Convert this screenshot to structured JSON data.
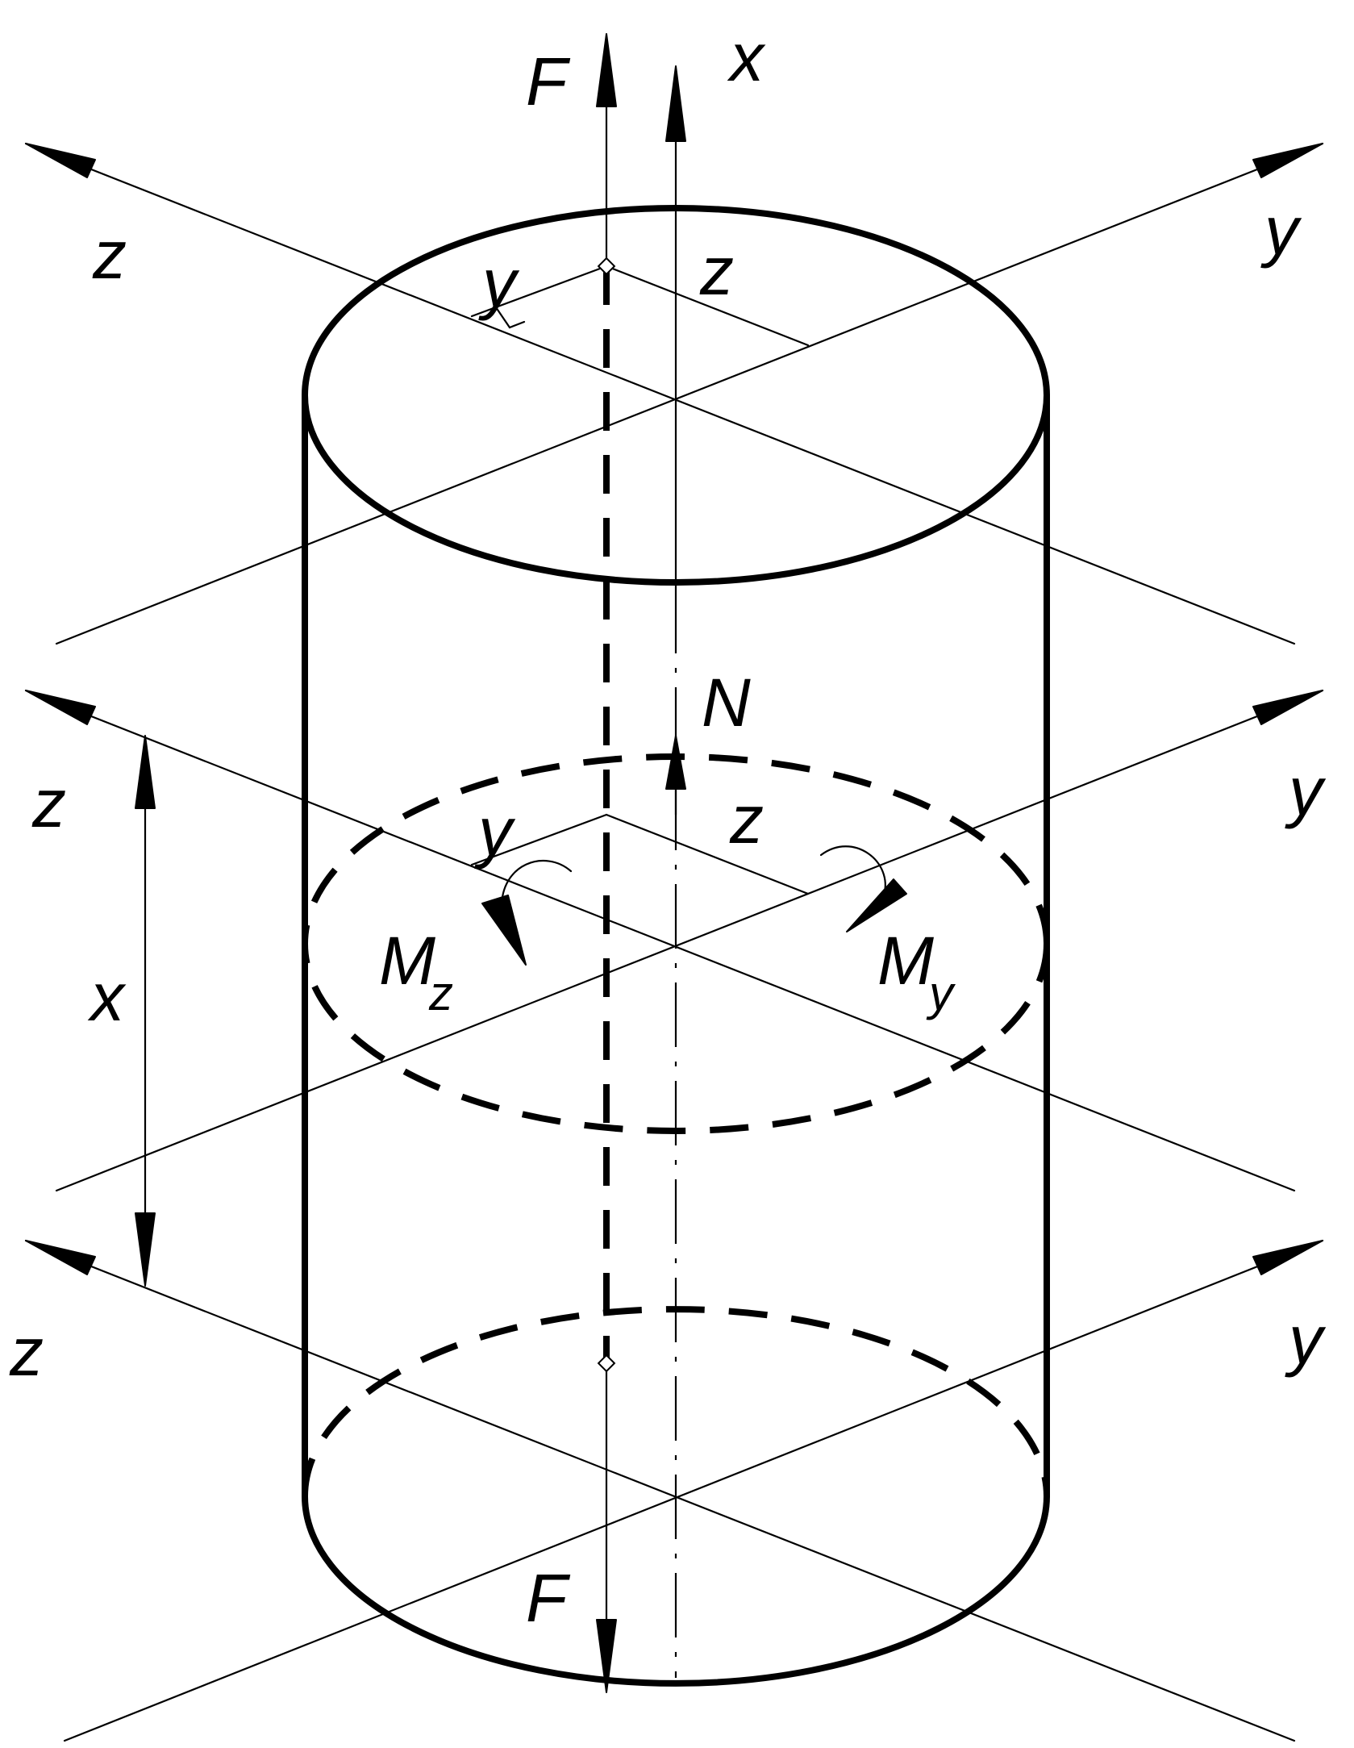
{
  "labels": {
    "top_force": "F",
    "bottom_force": "F",
    "axis_x_top": "x",
    "top_z_left": "z",
    "top_z_inner": "z",
    "top_y_inner": "y",
    "top_y_right": "y",
    "mid_z_left": "z",
    "mid_z_inner": "z",
    "mid_y_inner": "y",
    "mid_y_right": "y",
    "normal_force": "N",
    "moment_z": "M",
    "moment_z_sub": "z",
    "moment_y": "M",
    "moment_y_sub": "y",
    "distance_x": "x",
    "bot_z_left": "z",
    "bot_y_right": "y"
  }
}
